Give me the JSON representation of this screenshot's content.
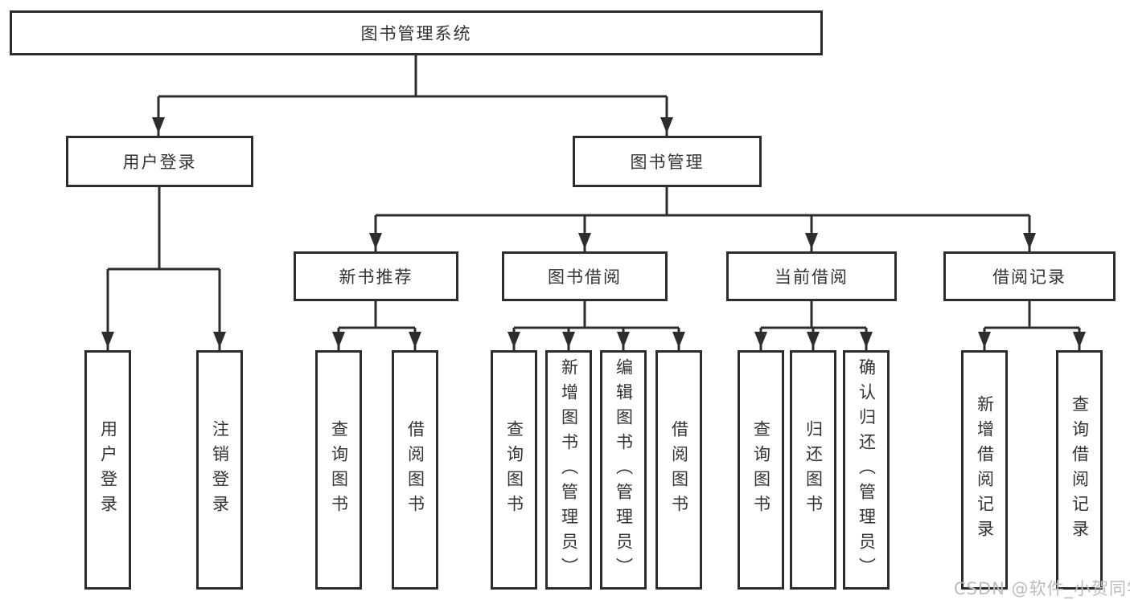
{
  "tree": {
    "label": "图书管理系统",
    "children": [
      {
        "label": "用户登录",
        "children": [
          {
            "label": "用户登录"
          },
          {
            "label": "注销登录"
          }
        ]
      },
      {
        "label": "图书管理",
        "children": [
          {
            "label": "新书推荐",
            "children": [
              {
                "label": "查询图书"
              },
              {
                "label": "借阅图书"
              }
            ]
          },
          {
            "label": "图书借阅",
            "children": [
              {
                "label": "查询图书"
              },
              {
                "label": "新增图书（管理员）"
              },
              {
                "label": "编辑图书（管理员）"
              },
              {
                "label": "借阅图书"
              }
            ]
          },
          {
            "label": "当前借阅",
            "children": [
              {
                "label": "查询图书"
              },
              {
                "label": "归还图书"
              },
              {
                "label": "确认归还（管理员）"
              }
            ]
          },
          {
            "label": "借阅记录",
            "children": [
              {
                "label": "新增借阅记录"
              },
              {
                "label": "查询借阅记录"
              }
            ]
          }
        ]
      }
    ]
  },
  "watermark": {
    "text": "CSDN @软件_小贺同学"
  },
  "colors": {
    "line": "#2d2d2d",
    "text": "#333333",
    "watermark": "#bcbcbc",
    "background": "#ffffff"
  }
}
